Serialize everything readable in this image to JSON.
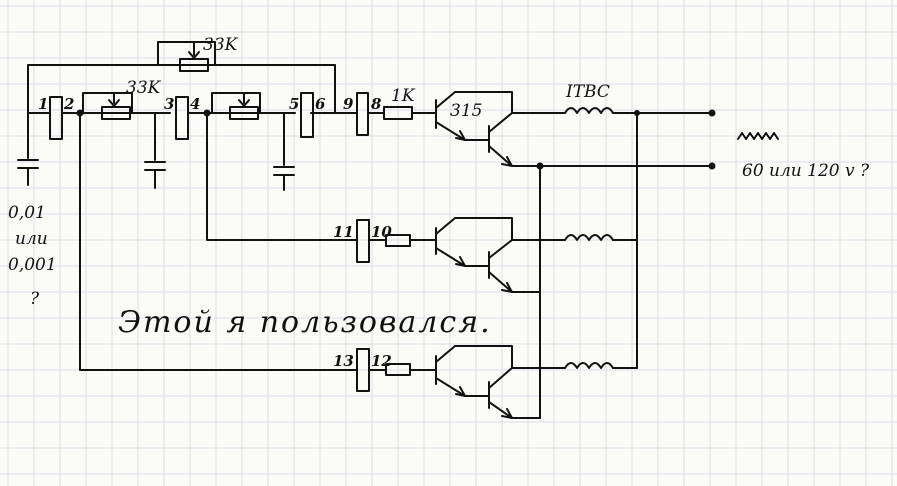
{
  "labels": {
    "r_top": "33K",
    "r_mid": "33K",
    "r_base": "1K",
    "transistor": "315",
    "transformer": "ITBC",
    "output_voltage": "60 или 120 v ?",
    "cap_value_1": "0,01",
    "cap_value_2": "или",
    "cap_value_3": "0,001",
    "cap_question": "?",
    "note": "Этой я пользовался."
  },
  "pins": [
    "1",
    "2",
    "3",
    "4",
    "5",
    "6",
    "9",
    "8",
    "11",
    "10",
    "13",
    "12"
  ]
}
